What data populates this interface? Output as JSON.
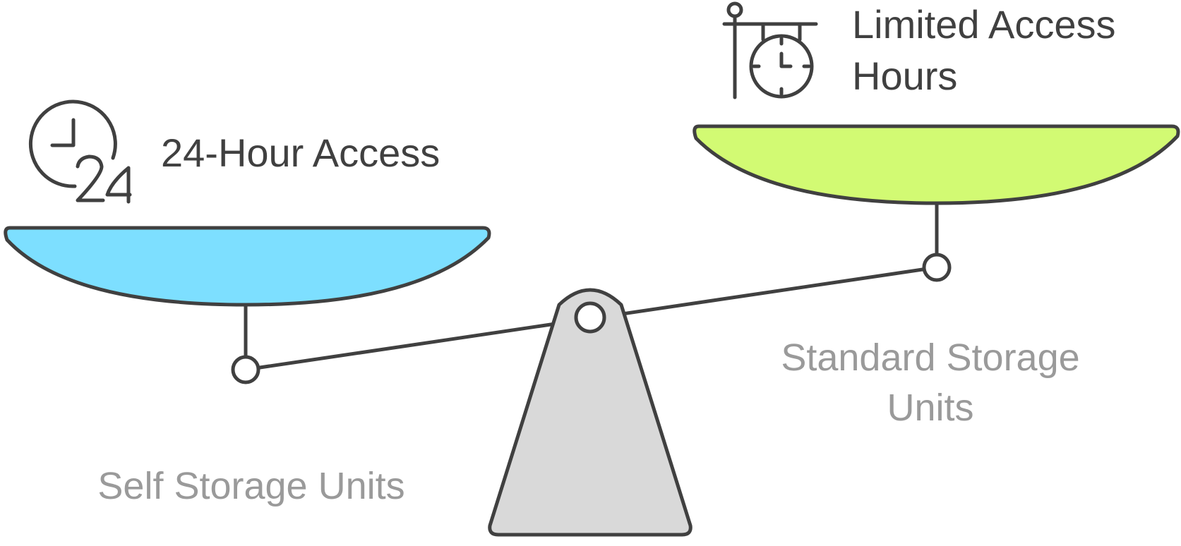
{
  "colors": {
    "outline": "#404040",
    "left_pan": "#7ddfff",
    "right_pan": "#d2fa73",
    "fulcrum": "#d9d9d9",
    "caption": "#9a9a9a"
  },
  "left": {
    "feature": "24-Hour Access",
    "caption": "Self Storage Units",
    "icon": "clock-24-icon"
  },
  "right": {
    "feature_line1": "Limited Access",
    "feature_line2": "Hours",
    "caption_line1": "Standard Storage",
    "caption_line2": "Units",
    "icon": "hanging-clock-sign-icon"
  }
}
